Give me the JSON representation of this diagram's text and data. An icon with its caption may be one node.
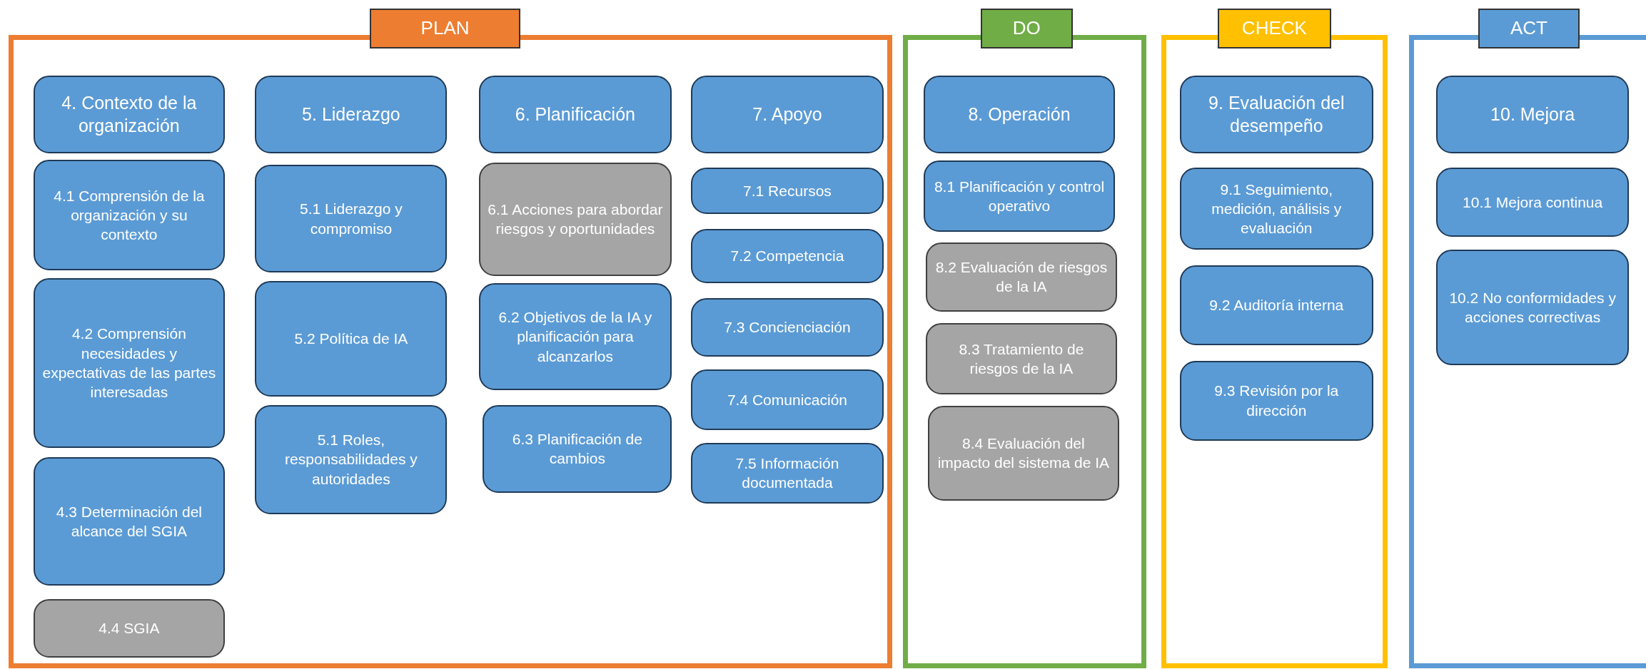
{
  "diagram": {
    "nodes": [
      {
        "text": [
          "PLAN"
        ]
      },
      {
        "text": [
          "4. Contexto de la organización"
        ],
        "in": 0
      },
      {
        "text": [
          "4.1 Comprensión de la organización y su contexto"
        ],
        "in": 0
      },
      {
        "text": [
          "4.2 Comprensión necesidades y expectativas de las partes interesadas"
        ],
        "in": 0
      },
      {
        "text": [
          "4.3 Determinación del alcance del SGIA"
        ],
        "in": 0
      },
      {
        "text": [
          "4.4 SGIA"
        ],
        "in": 0
      },
      {
        "text": [
          "5. Liderazgo"
        ],
        "in": 0
      },
      {
        "text": [
          "5.1 Liderazgo y compromiso"
        ],
        "in": 0
      },
      {
        "text": [
          "5.2 Política de IA"
        ],
        "in": 0
      },
      {
        "text": [
          "5.1 Roles, responsabilidades y autoridades"
        ],
        "in": 0
      },
      {
        "text": [
          "6. Planificación"
        ],
        "in": 0
      },
      {
        "text": [
          "6.1 Acciones para abordar riesgos y oportunidades"
        ],
        "in": 0
      },
      {
        "text": [
          "6.2 Objetivos de la IA y planificación para alcanzarlos"
        ],
        "in": 0
      },
      {
        "text": [
          "6.3 Planificación de cambios"
        ],
        "in": 0
      },
      {
        "text": [
          "7. Apoyo"
        ],
        "in": 0
      },
      {
        "text": [
          "7.1 Recursos"
        ],
        "in": 0
      },
      {
        "text": [
          "7.2 Competencia"
        ],
        "in": 0
      },
      {
        "text": [
          "7.3 Concienciación"
        ],
        "in": 0
      },
      {
        "text": [
          "7.4 Comunicación"
        ],
        "in": 0
      },
      {
        "text": [
          "7.5 Información documentada"
        ],
        "in": 0
      },
      {
        "text": [
          "DO"
        ]
      },
      {
        "text": [
          "8. Operación"
        ],
        "in": 20
      },
      {
        "text": [
          "8.1 Planificación y control operativo"
        ],
        "in": 20
      },
      {
        "text": [
          "8.2 Evaluación de riesgos de la IA"
        ],
        "in": 20
      },
      {
        "text": [
          "8.3 Tratamiento de riesgos de la IA"
        ],
        "in": 20
      },
      {
        "text": [
          "8.4 Evaluación del impacto del sistema de IA"
        ],
        "in": 20
      },
      {
        "text": [
          "CHECK"
        ]
      },
      {
        "text": [
          "9. Evaluación del desempeño"
        ],
        "in": 26
      },
      {
        "text": [
          "9.1 Seguimiento, medición, análisis y evaluación"
        ],
        "in": 26
      },
      {
        "text": [
          "9.2 Auditoría interna"
        ],
        "in": 26
      },
      {
        "text": [
          "9.3 Revisión por la dirección"
        ],
        "in": 26
      },
      {
        "text": [
          "ACT"
        ]
      },
      {
        "text": [
          "10. Mejora"
        ],
        "in": 31
      },
      {
        "text": [
          "10.1 Mejora continua"
        ],
        "in": 31
      },
      {
        "text": [
          "10.2 No conformidades y acciones correctivas"
        ],
        "in": 31
      }
    ]
  }
}
